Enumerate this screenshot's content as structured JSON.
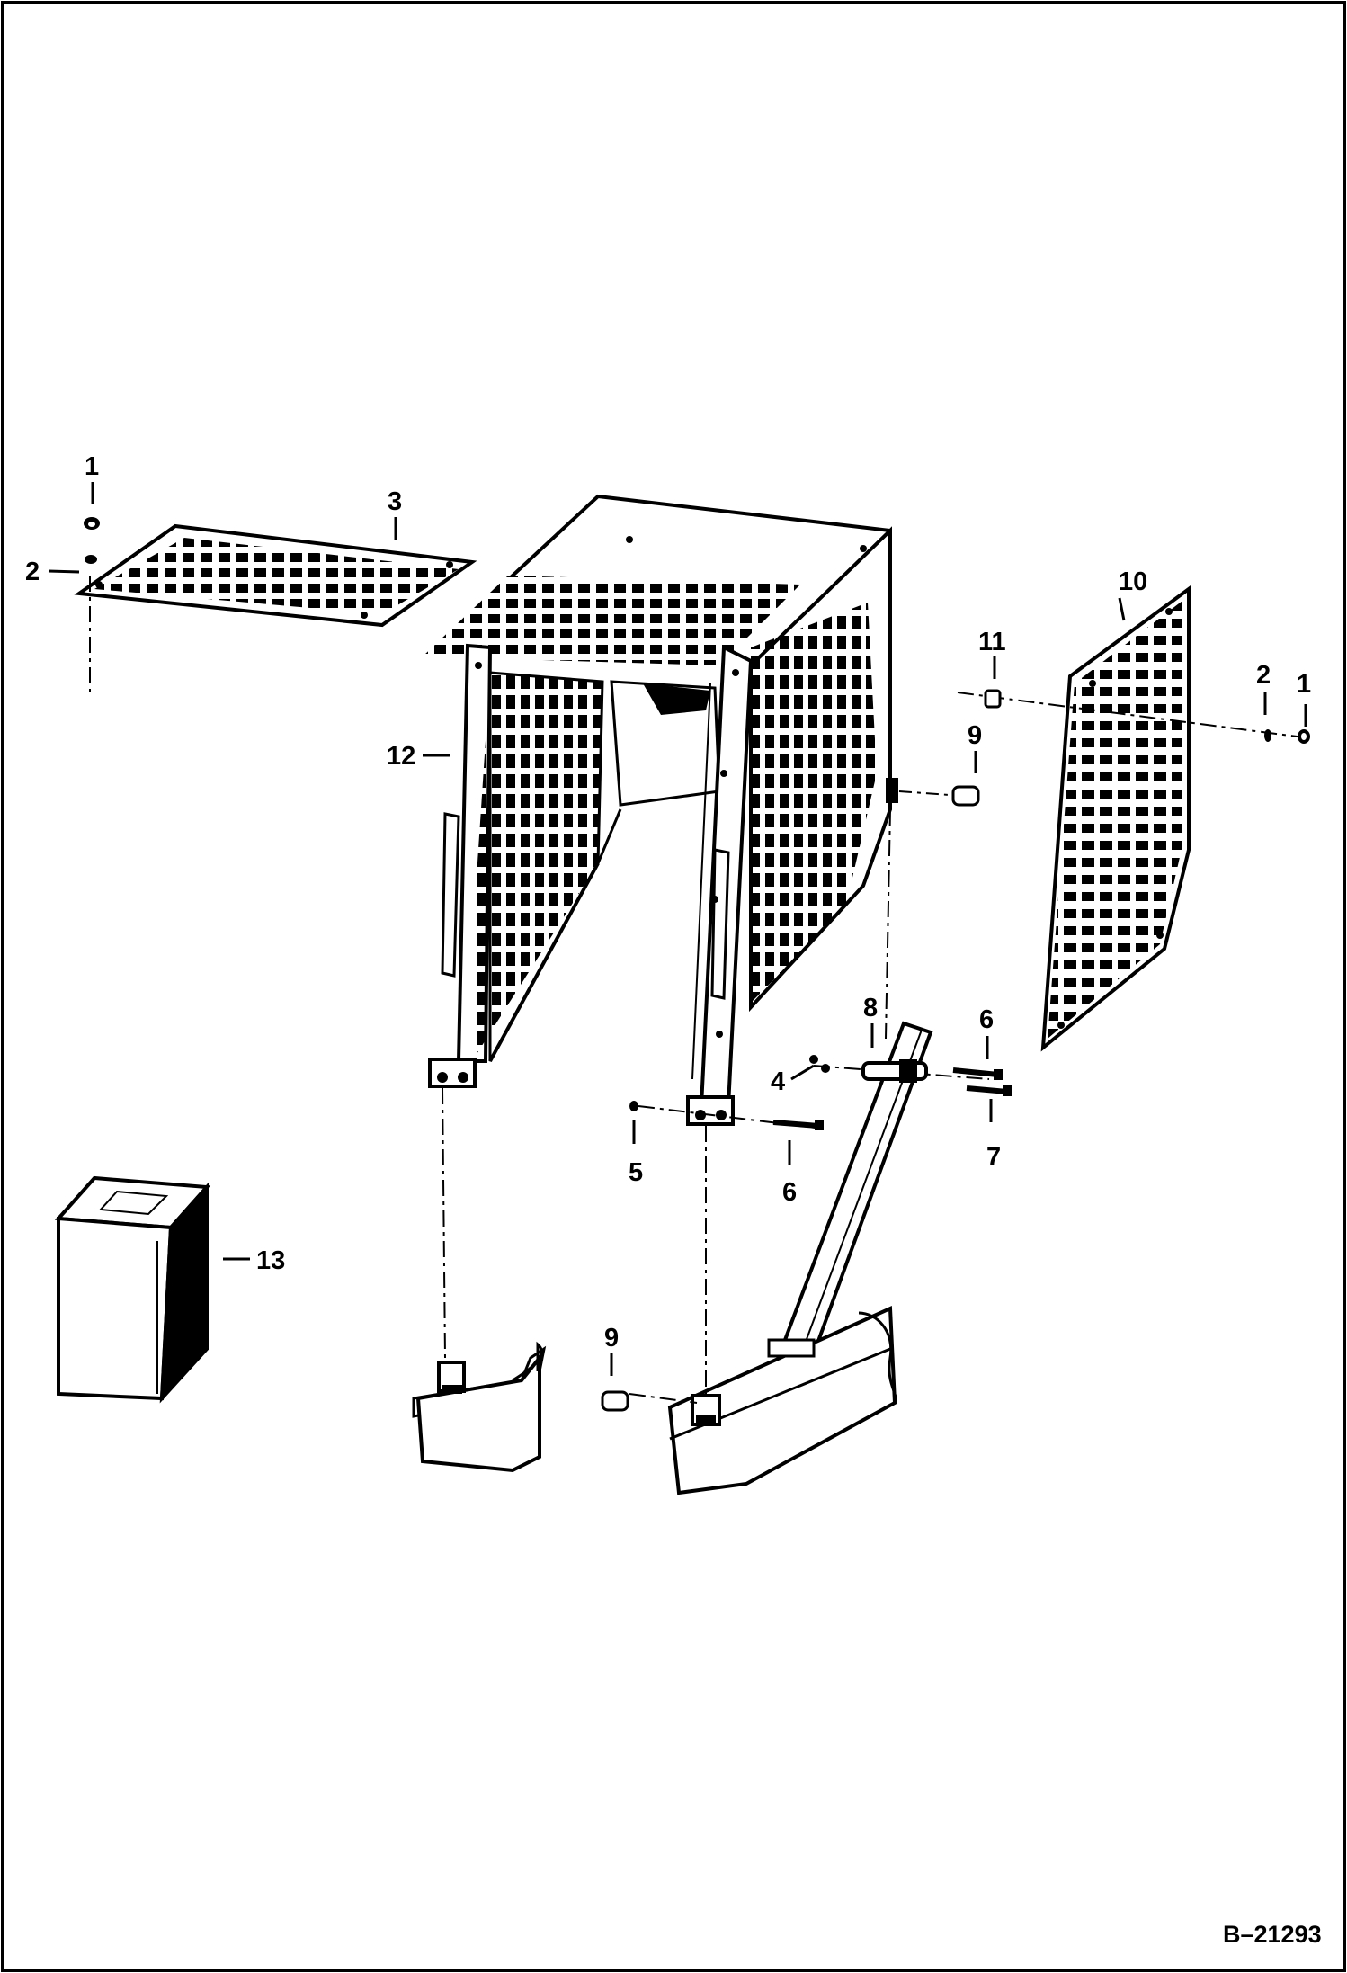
{
  "drawing": {
    "number": "B–21293",
    "callouts": {
      "c1a": "1",
      "c2a": "2",
      "c3": "3",
      "c12": "12",
      "c10": "10",
      "c11": "11",
      "c2b": "2",
      "c1b": "1",
      "c9a": "9",
      "c8": "8",
      "c6a": "6",
      "c4": "4",
      "c7": "7",
      "c5": "5",
      "c6b": "6",
      "c13": "13",
      "c9b": "9"
    }
  }
}
